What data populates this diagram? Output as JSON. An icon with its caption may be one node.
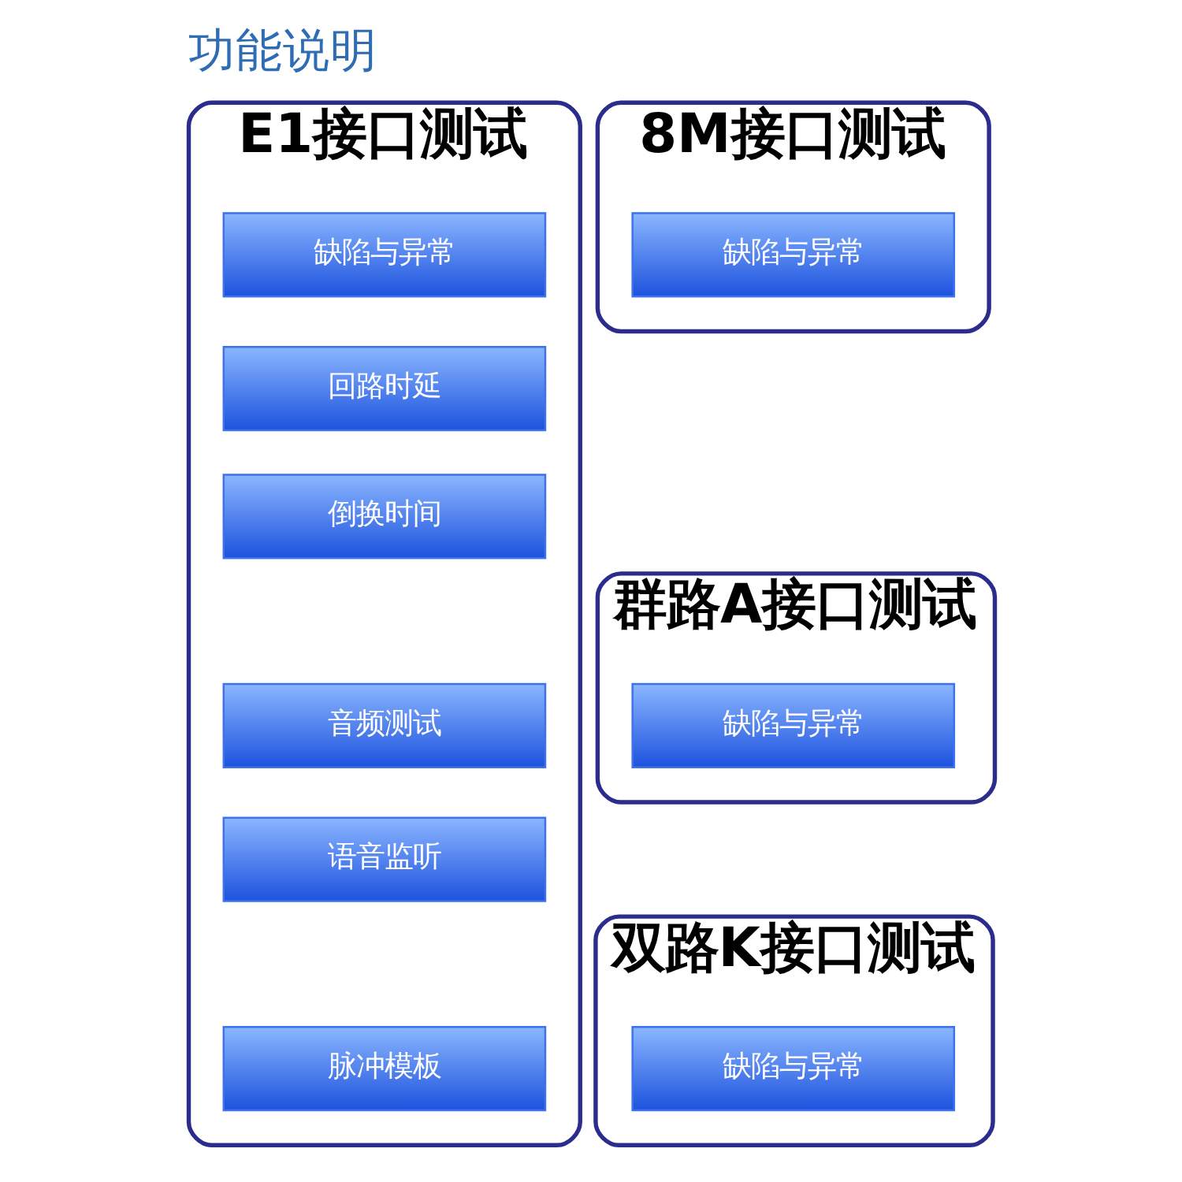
{
  "diagram": {
    "title": "功能说明",
    "nodes": [
      {
        "text": [
          "E1接口测试"
        ]
      },
      {
        "text": [
          "缺陷与异常"
        ],
        "in": 0
      },
      {
        "text": [
          "回路时延"
        ],
        "in": 0
      },
      {
        "text": [
          "倒换时间"
        ],
        "in": 0
      },
      {
        "text": [
          "音频测试"
        ],
        "in": 0
      },
      {
        "text": [
          "语音监听"
        ],
        "in": 0
      },
      {
        "text": [
          "脉冲模板"
        ],
        "in": 0
      },
      {
        "text": [
          "8M接口测试"
        ]
      },
      {
        "text": [
          "缺陷与异常"
        ],
        "in": 7
      },
      {
        "text": [
          "群路A接口测试"
        ]
      },
      {
        "text": [
          "缺陷与异常"
        ],
        "in": 9
      },
      {
        "text": [
          "双路K接口测试"
        ]
      },
      {
        "text": [
          "缺陷与异常"
        ],
        "in": 11
      }
    ]
  }
}
